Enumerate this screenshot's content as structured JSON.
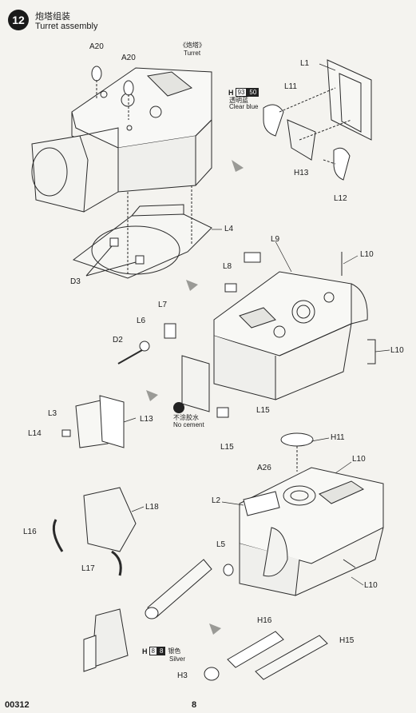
{
  "step": {
    "number": "12",
    "title_cn": "炮塔组装",
    "title_en": "Turret assembly"
  },
  "turret_note": {
    "cn": "《炮塔》",
    "en": "Turret"
  },
  "paint_clear": {
    "prefix": "H",
    "code1": "93",
    "code2": "50",
    "cn": "透明蓝",
    "en": "Clear blue"
  },
  "paint_silver": {
    "prefix": "H",
    "code1": "8",
    "code2": "8",
    "cn": "银色",
    "en": "Silver"
  },
  "no_cement": {
    "cn": "不涂胶水",
    "en": "No cement"
  },
  "labels": {
    "a20a": "A20",
    "a20b": "A20",
    "l1": "L1",
    "l11": "L11",
    "h13": "H13",
    "l12": "L12",
    "l4": "L4",
    "d3": "D3",
    "l9": "L9",
    "l8": "L8",
    "l10a": "L10",
    "l7": "L7",
    "l6": "L6",
    "d2": "D2",
    "l10b": "L10",
    "l3": "L3",
    "l13": "L13",
    "l14": "L14",
    "l15a": "L15",
    "l15b": "L15",
    "h11": "H11",
    "a26": "A26",
    "l10c": "L10",
    "l2": "L2",
    "l18": "L18",
    "l16": "L16",
    "l5": "L5",
    "l17": "L17",
    "l10d": "L10",
    "h16": "H16",
    "h15": "H15",
    "h3": "H3"
  },
  "footer": {
    "code": "00312",
    "page": "8"
  }
}
